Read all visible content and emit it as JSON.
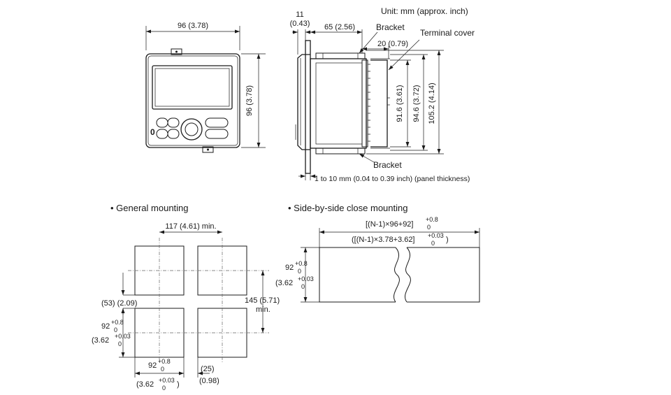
{
  "unit_note": "Unit: mm (approx. inch)",
  "front_view": {
    "width_dim": "96 (3.78)",
    "height_dim": "96 (3.78)",
    "zero_key": "0"
  },
  "side_view": {
    "top_small": "11",
    "top_small_inch": "(0.43)",
    "depth_dim": "65 (2.56)",
    "bracket_top": "Bracket",
    "terminal_cover": "Terminal cover",
    "cover_dim": "20 (0.79)",
    "h1": "91.6 (3.61)",
    "h2": "94.6 (3.72)",
    "h3": "105.2 (4.14)",
    "bracket_bottom": "Bracket",
    "panel_thickness": "1 to 10 mm (0.04 to 0.39 inch) (panel thickness)"
  },
  "general_mounting": {
    "title": "• General mounting",
    "pitch_h": "117 (4.61) min.",
    "gap_v": "(53) (2.09)",
    "pitch_v": "145 (5.71)",
    "pitch_v_min": "min.",
    "cut_h_main": "92",
    "cut_h_tol_up": "+0.8",
    "cut_h_tol_dn": "0",
    "cut_h_inch_main": "(3.62",
    "cut_h_inch_tol_up": "+0.03",
    "cut_h_inch_tol_dn": "0",
    "cut_w_main": "92",
    "cut_w_tol_up": "+0.8",
    "cut_w_tol_dn": "0",
    "cut_w_inch_main": "(3.62",
    "cut_w_inch_tol_up": "+0.03",
    "cut_w_inch_tol_dn": "0",
    "cut_w_inch_close": ")",
    "gap_h": "(25)",
    "gap_h_inch": "(0.98)"
  },
  "side_by_side": {
    "title": "• Side-by-side close mounting",
    "formula_mm": "[(N-1)×96+92]",
    "formula_mm_tol_up": "+0.8",
    "formula_mm_tol_dn": "0",
    "formula_inch": "([(N-1)×3.78+3.62]",
    "formula_inch_tol_up": "+0.03",
    "formula_inch_tol_dn": "0",
    "formula_inch_close": ")",
    "height_main": "92",
    "height_tol_up": "+0.8",
    "height_tol_dn": "0",
    "height_inch_main": "(3.62",
    "height_inch_tol_up": "+0.03",
    "height_inch_tol_dn": "0"
  }
}
